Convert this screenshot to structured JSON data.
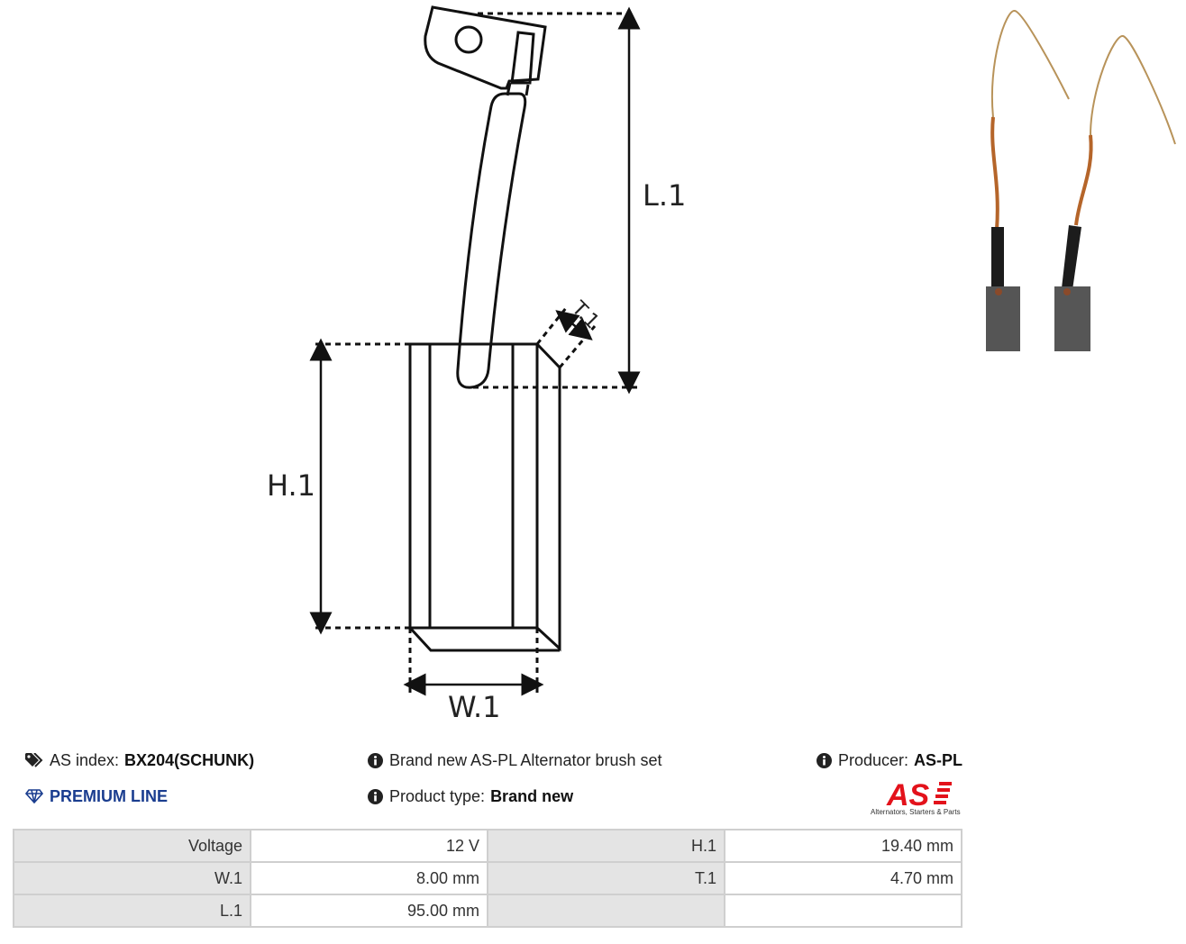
{
  "drawing": {
    "labels": {
      "l1": "L.1",
      "h1": "H.1",
      "w1": "W.1",
      "t1": "T.1"
    }
  },
  "info": {
    "as_index_label": "AS index:",
    "as_index_value": "BX204(SCHUNK)",
    "premium": "PREMIUM LINE",
    "description": "Brand new AS-PL Alternator brush set",
    "product_type_label": "Product type:",
    "product_type_value": "Brand new",
    "producer_label": "Producer:",
    "producer_value": "AS-PL",
    "logo_letters": "AS",
    "logo_tagline": "Alternators, Starters & Parts"
  },
  "specs": {
    "rows": [
      {
        "k1": "Voltage",
        "v1": "12 V",
        "k2": "H.1",
        "v2": "19.40 mm"
      },
      {
        "k1": "W.1",
        "v1": "8.00 mm",
        "k2": "T.1",
        "v2": "4.70 mm"
      },
      {
        "k1": "L.1",
        "v1": "95.00 mm",
        "k2": "",
        "v2": ""
      }
    ]
  },
  "colors": {
    "premium": "#1a3d8f",
    "logo_red": "#e3121b",
    "table_key_bg": "#e4e4e4"
  }
}
